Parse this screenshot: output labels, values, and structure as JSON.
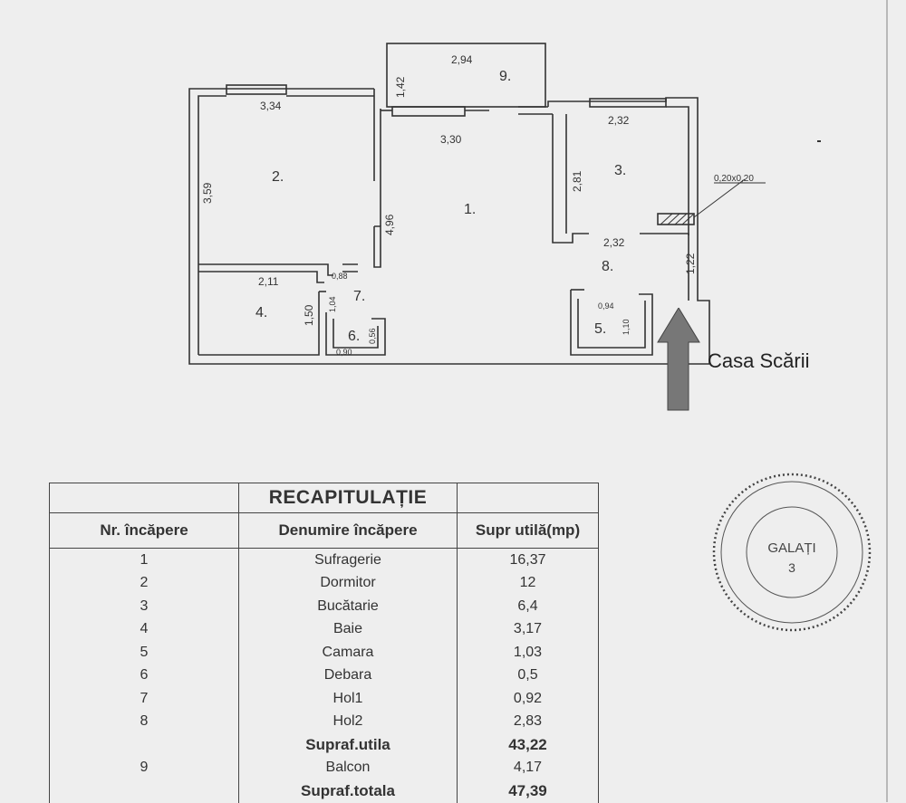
{
  "plan": {
    "rooms": [
      {
        "number": "1.",
        "name_ref": "Sufragerie"
      },
      {
        "number": "2."
      },
      {
        "number": "3."
      },
      {
        "number": "4."
      },
      {
        "number": "5."
      },
      {
        "number": "6."
      },
      {
        "number": "7."
      },
      {
        "number": "8."
      },
      {
        "number": "9."
      }
    ],
    "dims": {
      "balcony_w": "2,94",
      "balcony_h": "1,42",
      "room2_w": "3,34",
      "room2_h": "3,59",
      "room1_w": "3,30",
      "room1_h": "4,96",
      "room3_w_top": "2,32",
      "room3_h": "2,81",
      "room3_w_bottom": "2,32",
      "vent": "0,20x0,20",
      "hall8_h": "1,22",
      "room4_w": "2,11",
      "room4_h": "1,50",
      "door_088": "0,88",
      "hall7_h": "1,04",
      "room6_w": "0,90",
      "room6_h": "0,56",
      "room5_w": "0,94",
      "room5_h": "1,10"
    },
    "entrance_label": "Casa Scării"
  },
  "table": {
    "title": "RECAPITULAȚIE",
    "headers": [
      "Nr. încăpere",
      "Denumire încăpere",
      "Supr utilă(mp)"
    ],
    "rows": [
      {
        "nr": "1",
        "name": "Sufragerie",
        "area": "16,37"
      },
      {
        "nr": "2",
        "name": "Dormitor",
        "area": "12"
      },
      {
        "nr": "3",
        "name": "Bucătarie",
        "area": "6,4"
      },
      {
        "nr": "4",
        "name": "Baie",
        "area": "3,17"
      },
      {
        "nr": "5",
        "name": "Camara",
        "area": "1,03"
      },
      {
        "nr": "6",
        "name": "Debara",
        "area": "0,5"
      },
      {
        "nr": "7",
        "name": "Hol1",
        "area": "0,92"
      },
      {
        "nr": "8",
        "name": "Hol2",
        "area": "2,83"
      }
    ],
    "subtotal": {
      "name": "Supraf.utila",
      "area": "43,22"
    },
    "balcony": {
      "nr": "9",
      "name": "Balcon",
      "area": "4,17"
    },
    "total": {
      "name": "Supraf.totala",
      "area": "47,39"
    }
  },
  "stamp": {
    "city": "GALAȚI",
    "number": "3"
  },
  "colors": {
    "paper": "#eeeeee",
    "ink": "#333333",
    "arrow": "#777777"
  }
}
